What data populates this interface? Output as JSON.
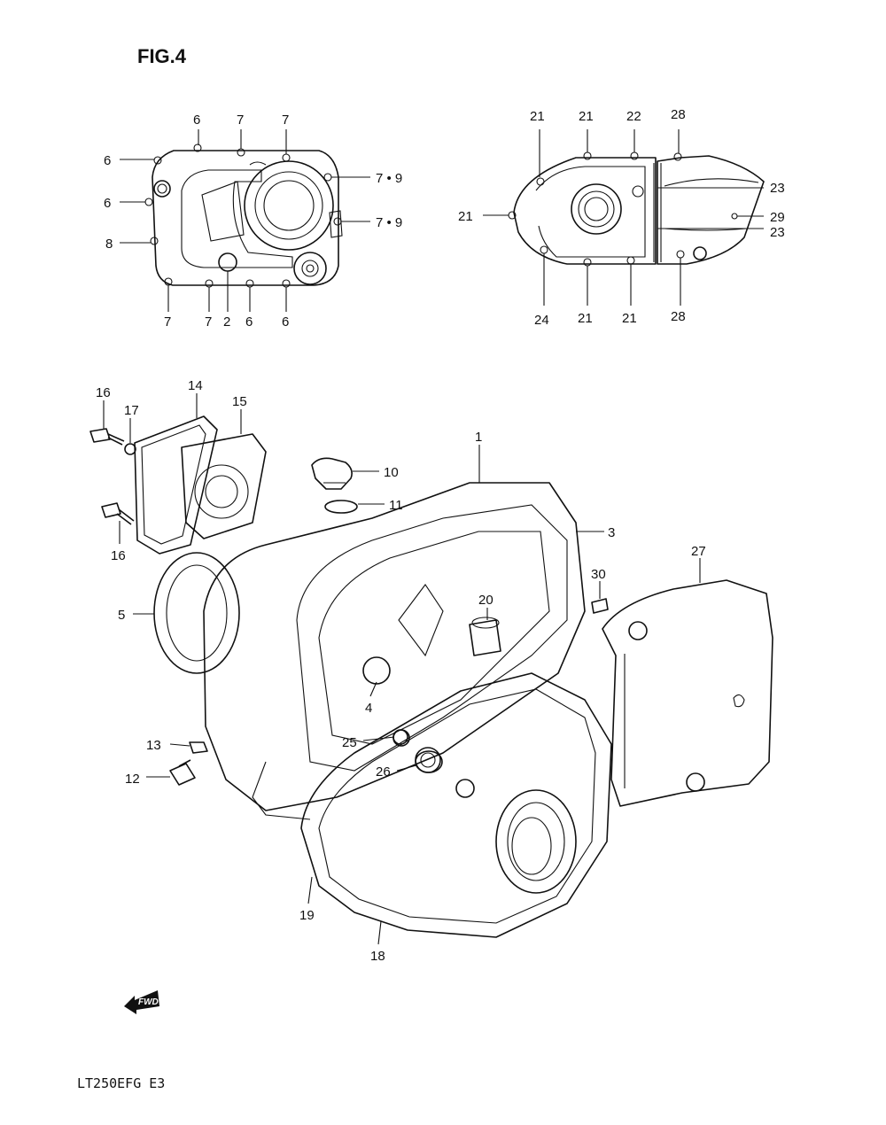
{
  "header": {
    "figure_label": "FIG.4"
  },
  "footer": {
    "model_code": "LT250EFG  E3"
  },
  "forward_marker": {
    "text": "FWD",
    "icon": "forward-arrow-icon"
  },
  "callouts": {
    "top_left": [
      {
        "id": "tl_6a",
        "label": "6"
      },
      {
        "id": "tl_7a",
        "label": "7"
      },
      {
        "id": "tl_7b",
        "label": "7"
      },
      {
        "id": "tl_6b",
        "label": "6"
      },
      {
        "id": "tl_79a",
        "label": "7 • 9"
      },
      {
        "id": "tl_6c",
        "label": "6"
      },
      {
        "id": "tl_79b",
        "label": "7 • 9"
      },
      {
        "id": "tl_8",
        "label": "8"
      },
      {
        "id": "tl_7c",
        "label": "7"
      },
      {
        "id": "tl_7d",
        "label": "7"
      },
      {
        "id": "tl_2",
        "label": "2"
      },
      {
        "id": "tl_6d",
        "label": "6"
      },
      {
        "id": "tl_6e",
        "label": "6"
      }
    ],
    "top_right": [
      {
        "id": "tr_21a",
        "label": "21"
      },
      {
        "id": "tr_21b",
        "label": "21"
      },
      {
        "id": "tr_22",
        "label": "22"
      },
      {
        "id": "tr_28a",
        "label": "28"
      },
      {
        "id": "tr_23a",
        "label": "23"
      },
      {
        "id": "tr_21c",
        "label": "21"
      },
      {
        "id": "tr_29",
        "label": "29"
      },
      {
        "id": "tr_23b",
        "label": "23"
      },
      {
        "id": "tr_24",
        "label": "24"
      },
      {
        "id": "tr_21d",
        "label": "21"
      },
      {
        "id": "tr_21e",
        "label": "21"
      },
      {
        "id": "tr_28b",
        "label": "28"
      }
    ],
    "main": [
      {
        "id": "m_16a",
        "label": "16"
      },
      {
        "id": "m_14",
        "label": "14"
      },
      {
        "id": "m_17",
        "label": "17"
      },
      {
        "id": "m_15",
        "label": "15"
      },
      {
        "id": "m_1",
        "label": "1"
      },
      {
        "id": "m_10",
        "label": "10"
      },
      {
        "id": "m_11",
        "label": "11"
      },
      {
        "id": "m_3",
        "label": "3"
      },
      {
        "id": "m_16b",
        "label": "16"
      },
      {
        "id": "m_27",
        "label": "27"
      },
      {
        "id": "m_30",
        "label": "30"
      },
      {
        "id": "m_5",
        "label": "5"
      },
      {
        "id": "m_20",
        "label": "20"
      },
      {
        "id": "m_4",
        "label": "4"
      },
      {
        "id": "m_13",
        "label": "13"
      },
      {
        "id": "m_25",
        "label": "25"
      },
      {
        "id": "m_26",
        "label": "26"
      },
      {
        "id": "m_12",
        "label": "12"
      },
      {
        "id": "m_19",
        "label": "19"
      },
      {
        "id": "m_18",
        "label": "18"
      }
    ]
  }
}
